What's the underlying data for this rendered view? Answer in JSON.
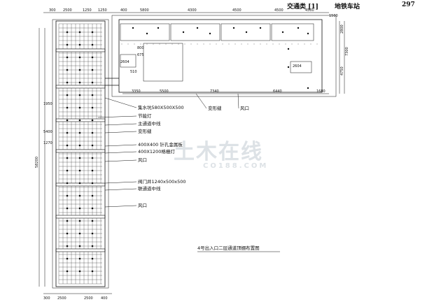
{
  "header": {
    "category": "交通类 [1]",
    "title": "地铁车站",
    "page_number": "297"
  },
  "drawing": {
    "caption": "4号出入口二层通道顶棚布置图",
    "callouts": {
      "c1": "集水坑580X500X500",
      "c2": "节能灯",
      "c3": "主通道中线",
      "c4": "变形缝",
      "c5": "400X400 针孔金属板",
      "c6": "400X1200格栅灯",
      "c7": "风口",
      "c8": "阀门井1240x500x500",
      "c9": "联通道中线",
      "c10": "风口",
      "c11": "变形缝",
      "c12": "风口"
    },
    "dimensions": {
      "top_1": "300",
      "top_2": "2500",
      "top_3": "1250",
      "top_4": "1250",
      "top_5": "400",
      "top_6": "5800",
      "top_7": "4300",
      "top_8": "4500",
      "top_9": "4500",
      "top_10": "4500",
      "top_11": "1500",
      "mid_1": "3350",
      "mid_2": "5500",
      "mid_3": "7340",
      "mid_4": "6440",
      "mid_5": "1680",
      "right_1": "2800",
      "right_2": "7300",
      "right_3": "4750",
      "left_total": "58200",
      "left_1": "1950",
      "left_2": "5400",
      "left_3": "1270",
      "bot_1": "300",
      "bot_2": "2500",
      "bot_3": "2500",
      "bot_4": "400",
      "inner_1": "2604",
      "inner_2": "2604",
      "inner_3": "800",
      "inner_4": "510",
      "inner_5": "675"
    }
  },
  "watermark": {
    "text": "土木在线",
    "url": "CO188.COM"
  }
}
